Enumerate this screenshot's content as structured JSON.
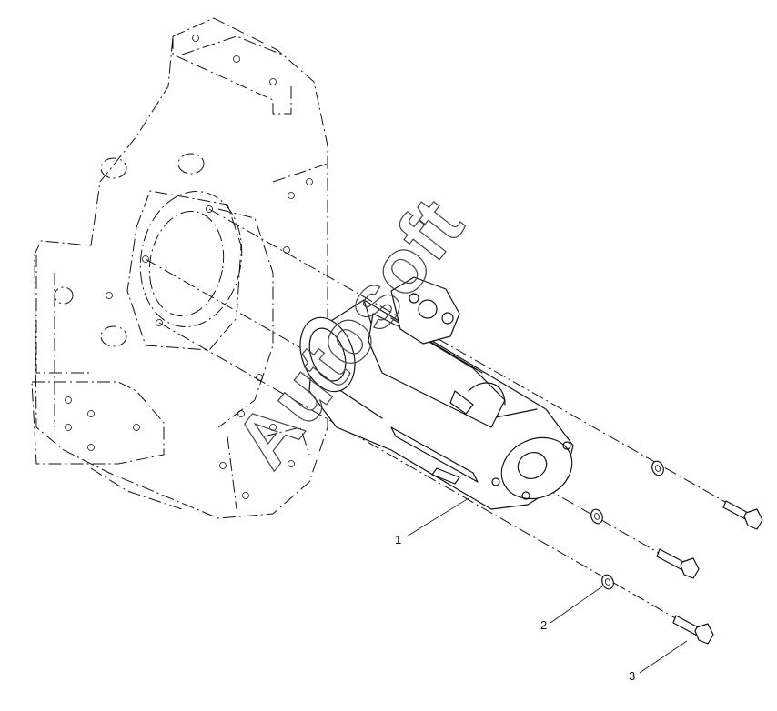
{
  "watermark": "Autosoft",
  "callouts": [
    {
      "id": "1",
      "label": "1"
    },
    {
      "id": "2",
      "label": "2"
    },
    {
      "id": "3",
      "label": "3"
    }
  ]
}
